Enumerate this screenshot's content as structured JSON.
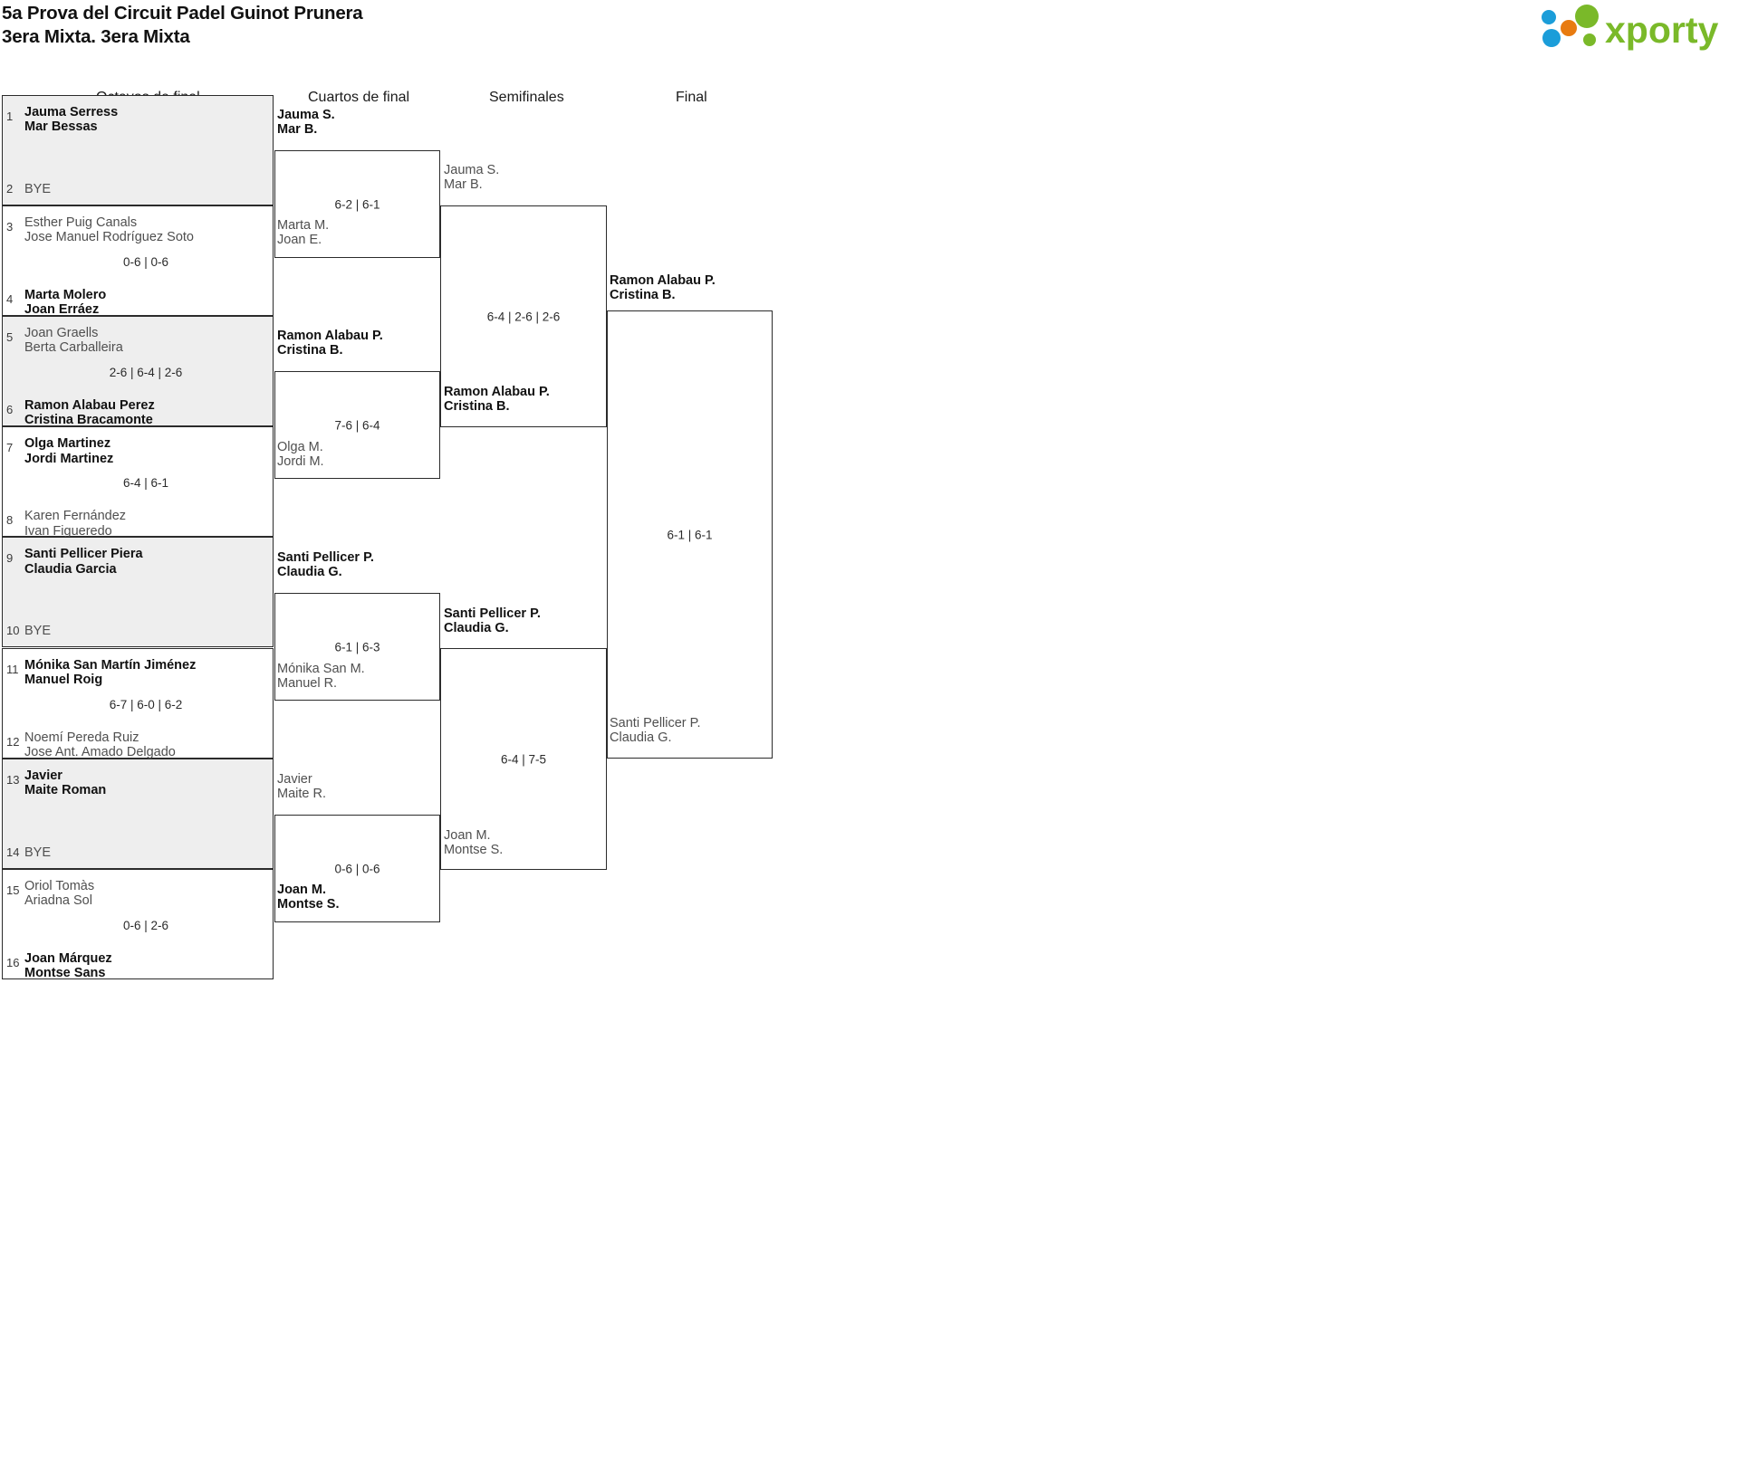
{
  "header": {
    "title_line1": "5a Prova del Circuit Padel Guinot Prunera",
    "title_line2": "3era Mixta. 3era Mixta",
    "logo_text": "xporty",
    "logo_colors": {
      "blue": "#1b9dd9",
      "orange": "#e87b10",
      "green": "#7ab929"
    }
  },
  "rounds": [
    {
      "id": "octavos",
      "label": "Octavos de final"
    },
    {
      "id": "cuartos",
      "label": "Cuartos de final"
    },
    {
      "id": "semifinales",
      "label": "Semifinales"
    },
    {
      "id": "final",
      "label": "Final"
    }
  ],
  "round1": {
    "matches": [
      {
        "shaded": true,
        "top": {
          "seed": "1",
          "line1": "Jauma Serress",
          "line2": "Mar Bessas",
          "result": "winner"
        },
        "bottom": {
          "seed": "2",
          "bye": "BYE"
        },
        "score": ""
      },
      {
        "shaded": false,
        "top": {
          "seed": "3",
          "line1": "Esther Puig Canals",
          "line2": "Jose Manuel Rodríguez Soto",
          "result": "loser"
        },
        "bottom": {
          "seed": "4",
          "line1": "Marta Molero",
          "line2": "Joan Erráez",
          "result": "winner"
        },
        "score": "0-6 | 0-6"
      },
      {
        "shaded": true,
        "top": {
          "seed": "5",
          "line1": "Joan Graells",
          "line2": "Berta Carballeira",
          "result": "loser"
        },
        "bottom": {
          "seed": "6",
          "line1": "Ramon Alabau Perez",
          "line2": "Cristina Bracamonte",
          "result": "winner"
        },
        "score": "2-6 | 6-4 | 2-6"
      },
      {
        "shaded": false,
        "top": {
          "seed": "7",
          "line1": "Olga Martinez",
          "line2": "Jordi Martinez",
          "result": "winner"
        },
        "bottom": {
          "seed": "8",
          "line1": "Karen Fernández",
          "line2": "Ivan Figueredo",
          "result": "loser"
        },
        "score": "6-4 | 6-1"
      },
      {
        "shaded": true,
        "top": {
          "seed": "9",
          "line1": "Santi Pellicer Piera",
          "line2": "Claudia Garcia",
          "result": "winner"
        },
        "bottom": {
          "seed": "10",
          "bye": "BYE"
        },
        "score": ""
      },
      {
        "shaded": false,
        "top": {
          "seed": "11",
          "line1": "Mónika San Martín Jiménez",
          "line2": "Manuel Roig",
          "result": "winner"
        },
        "bottom": {
          "seed": "12",
          "line1": "Noemí Pereda Ruiz",
          "line2": "Jose Ant. Amado Delgado",
          "result": "loser"
        },
        "score": "6-7 | 6-0 | 6-2"
      },
      {
        "shaded": true,
        "top": {
          "seed": "13",
          "line1": "Javier",
          "line2": "Maite Roman",
          "result": "winner"
        },
        "bottom": {
          "seed": "14",
          "bye": "BYE"
        },
        "score": ""
      },
      {
        "shaded": false,
        "top": {
          "seed": "15",
          "line1": "Oriol Tomàs",
          "line2": "Ariadna Sol",
          "result": "loser"
        },
        "bottom": {
          "seed": "16",
          "line1": "Joan Márquez",
          "line2": "Montse Sans",
          "result": "winner"
        },
        "score": "0-6 | 2-6"
      }
    ]
  },
  "round2": {
    "matches": [
      {
        "top": {
          "line1": "Jauma S.",
          "line2": "Mar B.",
          "result": "winner"
        },
        "bottom": {
          "line1": "Marta M.",
          "line2": "Joan E.",
          "result": "loser"
        },
        "score": "6-2 | 6-1"
      },
      {
        "top": {
          "line1": "Ramon Alabau P.",
          "line2": "Cristina B.",
          "result": "winner"
        },
        "bottom": {
          "line1": "Olga M.",
          "line2": "Jordi M.",
          "result": "loser"
        },
        "score": "7-6 | 6-4"
      },
      {
        "top": {
          "line1": "Santi Pellicer P.",
          "line2": "Claudia G.",
          "result": "winner"
        },
        "bottom": {
          "line1": "Mónika San M.",
          "line2": "Manuel R.",
          "result": "loser"
        },
        "score": "6-1 | 6-3"
      },
      {
        "top": {
          "line1": "Javier",
          "line2": "Maite R.",
          "result": "loser"
        },
        "bottom": {
          "line1": "Joan M.",
          "line2": "Montse S.",
          "result": "winner"
        },
        "score": "0-6 | 0-6"
      }
    ]
  },
  "round3": {
    "matches": [
      {
        "top": {
          "line1": "Jauma S.",
          "line2": "Mar B.",
          "result": "loser"
        },
        "bottom": {
          "line1": "Ramon Alabau P.",
          "line2": "Cristina B.",
          "result": "winner"
        },
        "score": "6-4 | 2-6 | 2-6"
      },
      {
        "top": {
          "line1": "Santi Pellicer P.",
          "line2": "Claudia G.",
          "result": "winner"
        },
        "bottom": {
          "line1": "Joan M.",
          "line2": "Montse S.",
          "result": "loser"
        },
        "score": "6-4 | 7-5"
      }
    ]
  },
  "round4": {
    "matches": [
      {
        "top": {
          "line1": "Ramon Alabau P.",
          "line2": "Cristina B.",
          "result": "winner"
        },
        "bottom": {
          "line1": "Santi Pellicer P.",
          "line2": "Claudia G.",
          "result": "loser"
        },
        "score": "6-1 | 6-1"
      }
    ]
  }
}
